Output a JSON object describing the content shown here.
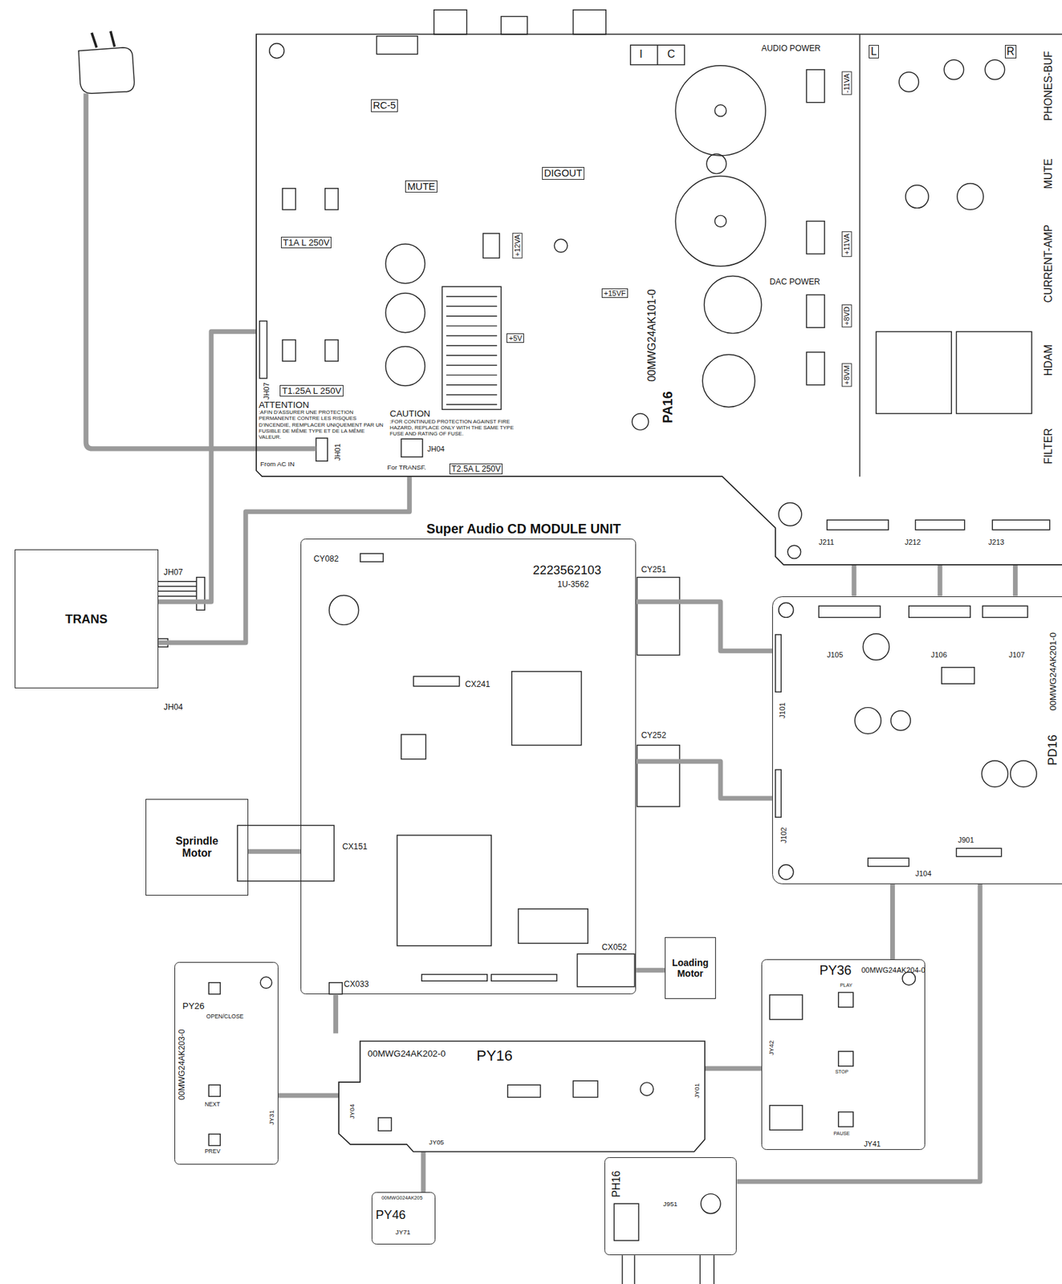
{
  "diagram": {
    "nodes": [
      {
        "text": [
          "PA16"
        ]
      },
      {
        "text": [
          "TRANS"
        ]
      },
      {
        "text": [
          "Super Audio CD MODULE UNIT",
          "2223562103",
          "1U-3562"
        ]
      },
      {
        "text": [
          "Sprindle Motor"
        ]
      },
      {
        "text": [
          "Loading Motor"
        ]
      },
      {
        "text": [
          "PD16"
        ]
      },
      {
        "text": [
          "PY26"
        ]
      },
      {
        "text": [
          "PY16"
        ]
      },
      {
        "text": [
          "PY46"
        ]
      },
      {
        "text": [
          "PY36"
        ]
      },
      {
        "text": [
          "PH16"
        ]
      }
    ],
    "edges": [
      {
        "from": 1,
        "to": 0,
        "arrow": "none"
      },
      {
        "from": 1,
        "to": 0,
        "arrow": "none"
      },
      {
        "from": 2,
        "to": 5,
        "arrow": "none"
      },
      {
        "from": 2,
        "to": 5,
        "arrow": "none"
      },
      {
        "from": 0,
        "to": 5,
        "arrow": "none"
      },
      {
        "from": 0,
        "to": 5,
        "arrow": "none"
      },
      {
        "from": 0,
        "to": 5,
        "arrow": "none"
      },
      {
        "from": 3,
        "to": 2,
        "arrow": "none"
      },
      {
        "from": 4,
        "to": 2,
        "arrow": "none"
      },
      {
        "from": 6,
        "to": 7,
        "arrow": "none"
      },
      {
        "from": 7,
        "to": 9,
        "arrow": "none"
      },
      {
        "from": 9,
        "to": 5,
        "arrow": "none"
      },
      {
        "from": 7,
        "to": 8,
        "arrow": "none"
      },
      {
        "from": 10,
        "to": 5,
        "arrow": "none"
      }
    ],
    "labels": [
      "AUDIO POWER",
      "L",
      "R",
      "PHONES-BUF",
      "MUTE",
      "CURRENT-AMP",
      "HDAM",
      "FILTER",
      "RC-5",
      "MUTE",
      "DIGOUT",
      "DAC POWER",
      "T1A L 250V",
      "T1.25A L 250V",
      "T2.5A L 250V",
      "ATTENTION",
      ":AFIN D'ASSURER UNE PROTECTION PERMANENTE CONTRE LES RISQUES D'INCENDIE, REMPLACER UNIQUEMENT PAR UN FUSIBLE DE MÊME TYPE ET DE LA MÊME VALEUR.",
      "CAUTION",
      ":FOR CONTINUED PROTECTION AGAINST FIRE HAZARD, REPLACE ONLY WITH THE SAME TYPE FUSE AND RATING OF FUSE.",
      "JH07",
      "JH01",
      "From AC IN",
      "JH04",
      "For TRANSF.",
      "+12VA",
      "+5V",
      "+15VF",
      "-11VA",
      "+11VA",
      "+8VD",
      "+8VM",
      "I",
      "C",
      "00MWG24AK101-0",
      "J211",
      "J212",
      "J213",
      "JH07",
      "JH04",
      "CY082",
      "CY251",
      "CY252",
      "CX241",
      "CX151",
      "CX033",
      "CX052",
      "J105",
      "J106",
      "J107",
      "J101",
      "J102",
      "J104",
      "J901",
      "00MWG24AK201-0",
      "00MWG24AK203-0",
      "OPEN/CLOSE",
      "NEXT",
      "PREV",
      "JY31",
      "00MWG24AK202-0",
      "JY01",
      "JY04",
      "JY05",
      "00MWG024AK205",
      "JY71",
      "00MWG24AK204-0",
      "PLAY",
      "STOP",
      "PAUSE",
      "JY42",
      "JY41",
      "J951"
    ]
  }
}
